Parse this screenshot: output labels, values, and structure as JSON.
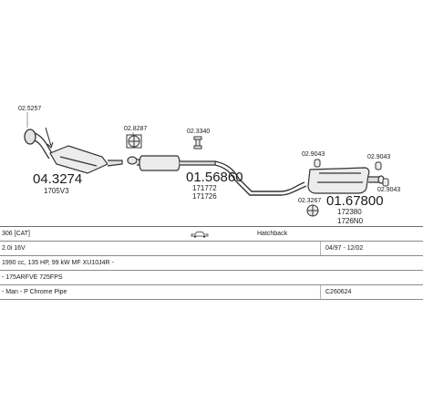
{
  "parts": {
    "p1": {
      "number": "04.3274",
      "code": "1705V3"
    },
    "p2": {
      "number": "01.56860",
      "code1": "171772",
      "code2": "171726"
    },
    "p3": {
      "number": "01.67800",
      "code1": "172380",
      "code2": "1726N0"
    }
  },
  "fittings": {
    "f1": "02.5257",
    "f2": "02.8287",
    "f3": "02.3340",
    "f4": "02.9043",
    "f5": "02.9043",
    "f6": "02.9043",
    "f7": "02.3267"
  },
  "info": {
    "model": "306  [CAT]",
    "body_type": "Hatchback",
    "engine": "2.0i 16V",
    "dates": "04/97 - 12/02",
    "specs": "1990 cc, 135 HP, 99 kW MF XU10J4R -",
    "row4": "- 175ARFVE 725FPS",
    "row5": "- Man - P Chrome Pipe",
    "ref": "C260624"
  },
  "icons": {
    "body": "car-icon"
  }
}
